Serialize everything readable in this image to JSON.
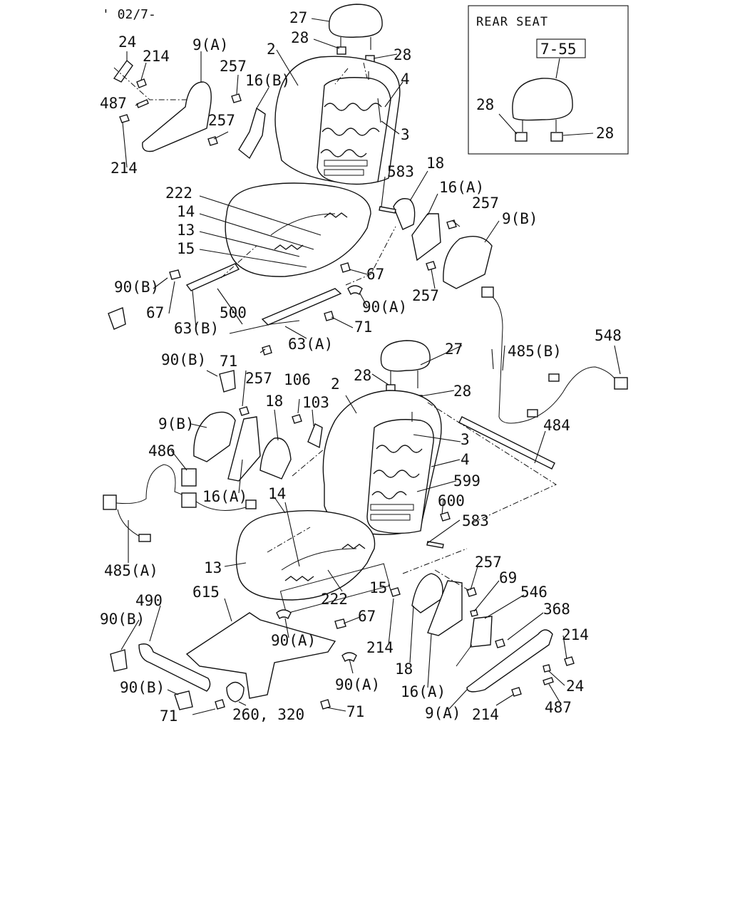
{
  "header": {
    "date_code": "' 02/7-"
  },
  "inset": {
    "title": "REAR SEAT",
    "ref": "7-55",
    "labels": [
      "28",
      "28"
    ]
  },
  "labels": {
    "l27a": "27",
    "l28a": "28",
    "l28b": "28",
    "l2a": "2",
    "l24a": "24",
    "l214a": "214",
    "l9Aa": "9(A)",
    "l257a": "257",
    "l16Ba": "16(B)",
    "l4a": "4",
    "l487a": "487",
    "l257b": "257",
    "l3a": "3",
    "l214b": "214",
    "l583a": "583",
    "l18a": "18",
    "l16Aa": "16(A)",
    "l222a": "222",
    "l257c": "257",
    "l14a": "14",
    "l9Ba": "9(B)",
    "l13a": "13",
    "l15a": "15",
    "l67a": "67",
    "l90Ba": "90(B)",
    "l90Aa": "90(A)",
    "l257d": "257",
    "l67b": "67",
    "l500": "500",
    "l63B": "63(B)",
    "l71a": "71",
    "l63A": "63(A)",
    "l548": "548",
    "l27b": "27",
    "l485B": "485(B)",
    "l90Bb": "90(B)",
    "l71b": "71",
    "l257e": "257",
    "l106": "106",
    "l28c": "28",
    "l2b": "2",
    "l28d": "28",
    "l18b": "18",
    "l103": "103",
    "l9Bb": "9(B)",
    "l484": "484",
    "l3b": "3",
    "l486": "486",
    "l4b": "4",
    "l599": "599",
    "l16Ab": "16(A)",
    "l14b": "14",
    "l600": "600",
    "l583b": "583",
    "l485A": "485(A)",
    "l13b": "13",
    "l257f": "257",
    "l69": "69",
    "l615": "615",
    "l15b": "15",
    "l222b": "222",
    "l546": "546",
    "l490": "490",
    "l368": "368",
    "l67c": "67",
    "l90Bc": "90(B)",
    "l90Ab": "90(A)",
    "l214c": "214",
    "l214d": "214",
    "l18c": "18",
    "l90Ac": "90(A)",
    "l24b": "24",
    "l16Ac": "16(A)",
    "l90Bd": "90(B)",
    "l71c": "71",
    "l260": "260, 320",
    "l71d": "71",
    "l9Ab": "9(A)",
    "l214e": "214",
    "l487b": "487"
  }
}
